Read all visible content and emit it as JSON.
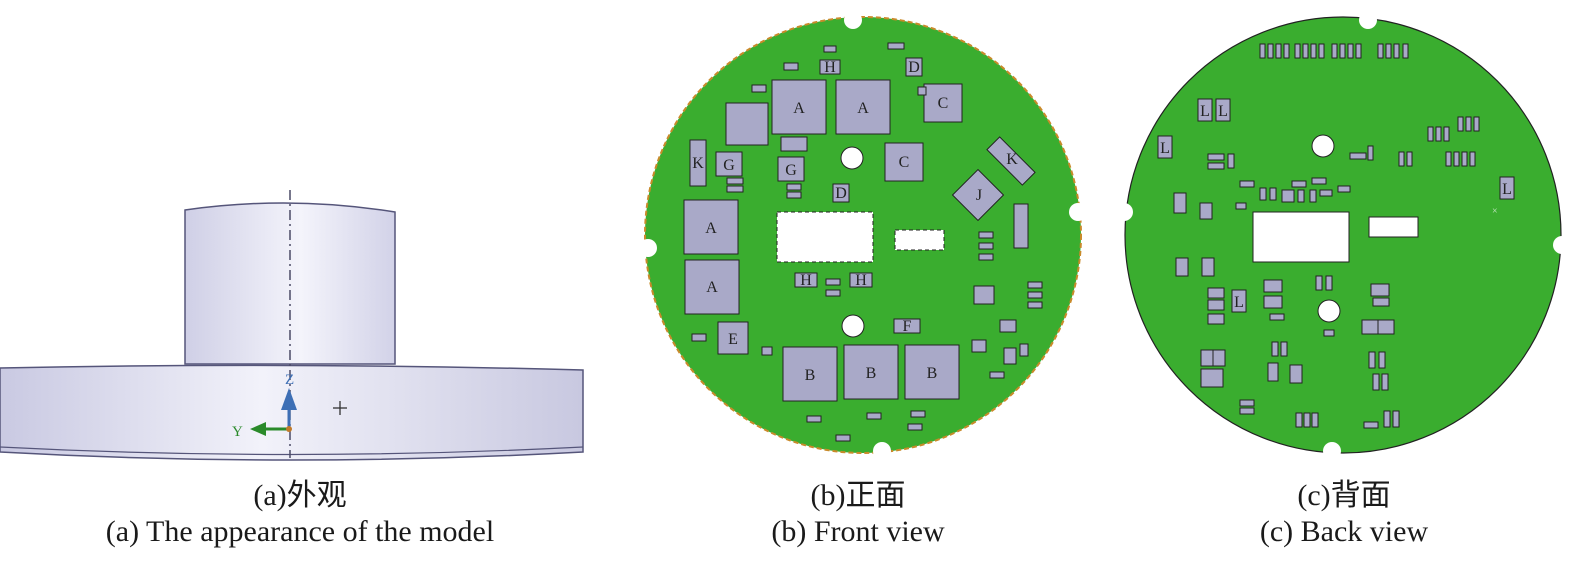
{
  "panels": [
    {
      "caption_cn": "(a)外观",
      "caption_en": "(a) The appearance of the model",
      "axes": {
        "z_label": "Z",
        "y_label": "Y"
      }
    },
    {
      "caption_cn": "(b)正面",
      "caption_en": "(b) Front view",
      "component_labels": [
        "A",
        "A",
        "A",
        "A",
        "B",
        "B",
        "B",
        "C",
        "C",
        "D",
        "D",
        "E",
        "F",
        "G",
        "G",
        "H",
        "H",
        "H",
        "J",
        "K",
        "K"
      ]
    },
    {
      "caption_cn": "(c)背面",
      "caption_en": "(c) Back view",
      "component_labels": [
        "L",
        "L",
        "L",
        "L",
        "L"
      ]
    }
  ],
  "colors": {
    "pcb": "#3aad2f",
    "component": "#a9a9c8",
    "model_face": "#d9d9ec",
    "axis_z": "#3d6fb5",
    "axis_y": "#2a8a2a"
  }
}
